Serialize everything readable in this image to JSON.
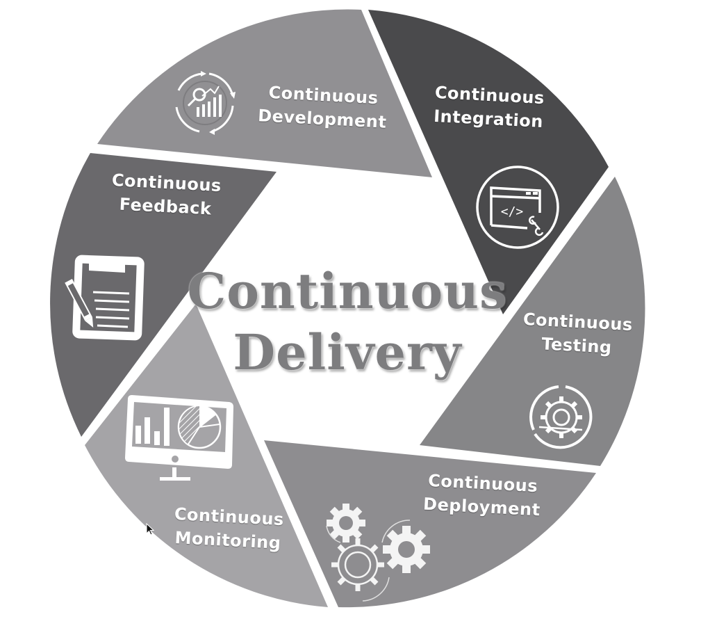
{
  "diagram": {
    "type": "cycle",
    "center_title": {
      "line1": "Continuous",
      "line2": "Delivery"
    },
    "segments": [
      {
        "id": "development",
        "line1": "Continuous",
        "line2": "Development",
        "icon": "analytics-cycle-icon",
        "color": "#919093"
      },
      {
        "id": "integration",
        "line1": "Continuous",
        "line2": "Integration",
        "icon": "code-window-wrench-icon",
        "color": "#4a4a4c"
      },
      {
        "id": "testing",
        "line1": "Continuous",
        "line2": "Testing",
        "icon": "gear-cycle-icon",
        "color": "#868688"
      },
      {
        "id": "deployment",
        "line1": "Continuous",
        "line2": "Deployment",
        "icon": "gears-icon",
        "color": "#8e8d90"
      },
      {
        "id": "monitoring",
        "line1": "Continuous",
        "line2": "Monitoring",
        "icon": "monitor-chart-icon",
        "color": "#a5a4a7"
      },
      {
        "id": "feedback",
        "line1": "Continuous",
        "line2": "Feedback",
        "icon": "document-pencil-icon",
        "color": "#6a696c"
      }
    ],
    "colors": {
      "background": "#ffffff",
      "separator": "#ffffff",
      "center_text": "#7d7d7f",
      "label_text": "#ffffff"
    }
  }
}
